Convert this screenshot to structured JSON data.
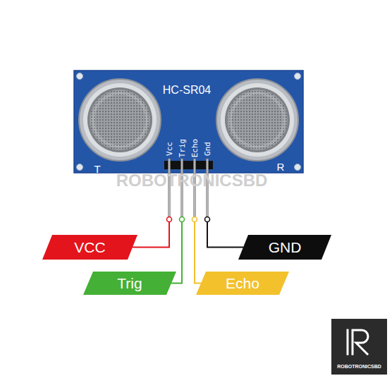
{
  "diagram": {
    "nodes": [
      {
        "text": [
          "HC-SR04",
          "T",
          "R",
          "Vcc",
          "Trig",
          "Echo",
          "Gnd"
        ]
      },
      {
        "text": [
          "VCC"
        ]
      },
      {
        "text": [
          "Trig"
        ]
      },
      {
        "text": [
          "Echo"
        ]
      },
      {
        "text": [
          "GND"
        ]
      },
      {
        "text": [
          "ROBOTRONICSBD"
        ]
      }
    ],
    "edges": [
      {
        "from": 0,
        "to": 1,
        "arrow": "none"
      },
      {
        "from": 0,
        "to": 2,
        "arrow": "none"
      },
      {
        "from": 0,
        "to": 3,
        "arrow": "none"
      },
      {
        "from": 0,
        "to": 4,
        "arrow": "none"
      }
    ],
    "labels": [
      "ROBOTRONICSBD"
    ]
  }
}
